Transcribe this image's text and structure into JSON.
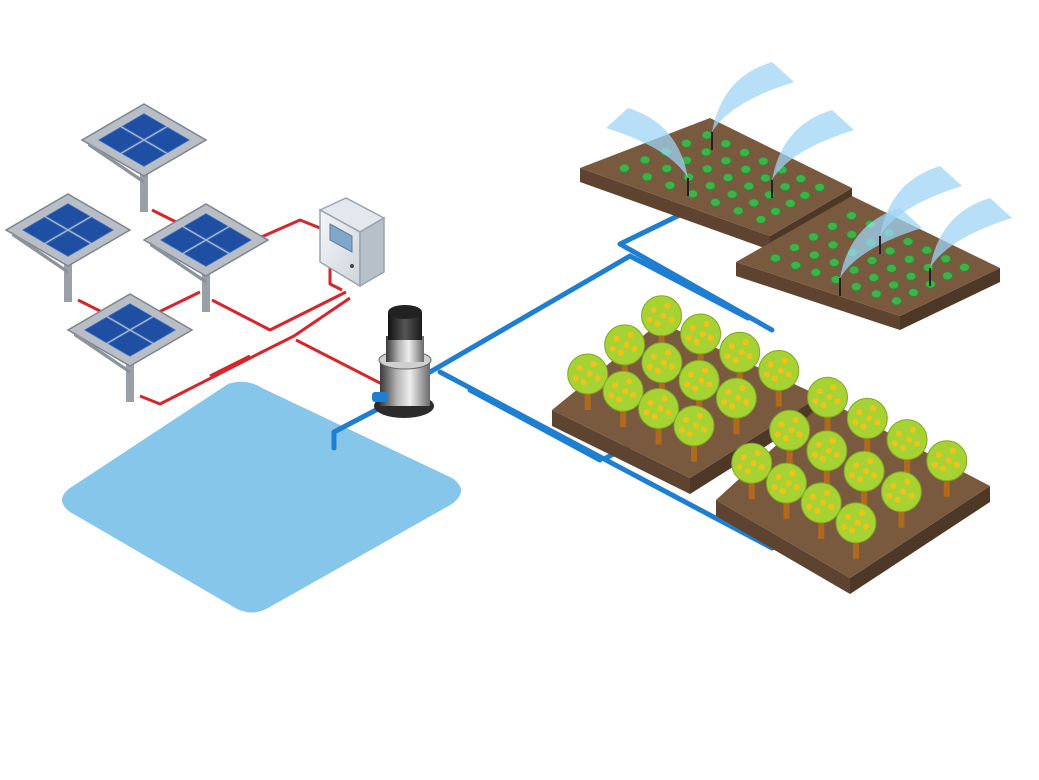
{
  "diagram": {
    "components": {
      "solar_panels": {
        "icon": "solar-panel-icon",
        "count": 4
      },
      "controller": {
        "icon": "control-box-icon"
      },
      "pump": {
        "icon": "water-pump-icon"
      },
      "reservoir": {
        "icon": "water-reservoir-icon"
      },
      "sprinkler_fields": {
        "icon": "sprinkler-field-icon",
        "count": 2
      },
      "orchard_fields": {
        "icon": "orchard-field-icon",
        "count": 2
      }
    },
    "colors": {
      "background": "#ffffff",
      "panel_cell": "#1f4fa3",
      "panel_frame": "#b9bec6",
      "wire": "#d8252b",
      "pipe": "#1e7fd2",
      "water": "#86c6ea",
      "soil": "#7a5a3f",
      "plant": "#3fb24a",
      "tree_canopy": "#a7d233",
      "tree_fruit": "#f2c21a",
      "spray": "#9fd4f5"
    }
  }
}
